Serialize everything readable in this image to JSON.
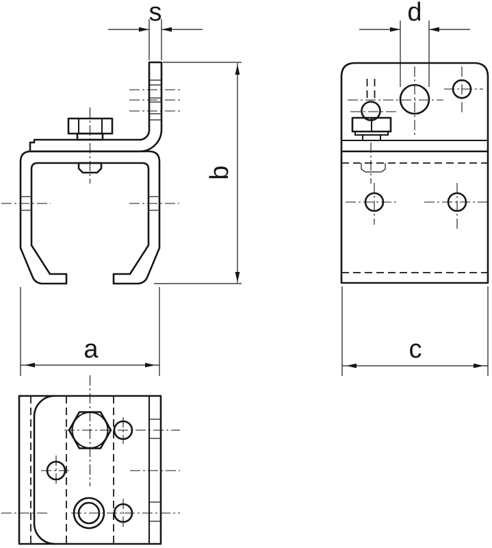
{
  "drawing": {
    "type": "technical-drawing",
    "background_color": "#ffffff",
    "line_color": "#161616",
    "labels": {
      "s": "s",
      "d": "d",
      "b": "b",
      "a": "a",
      "c": "c"
    }
  }
}
